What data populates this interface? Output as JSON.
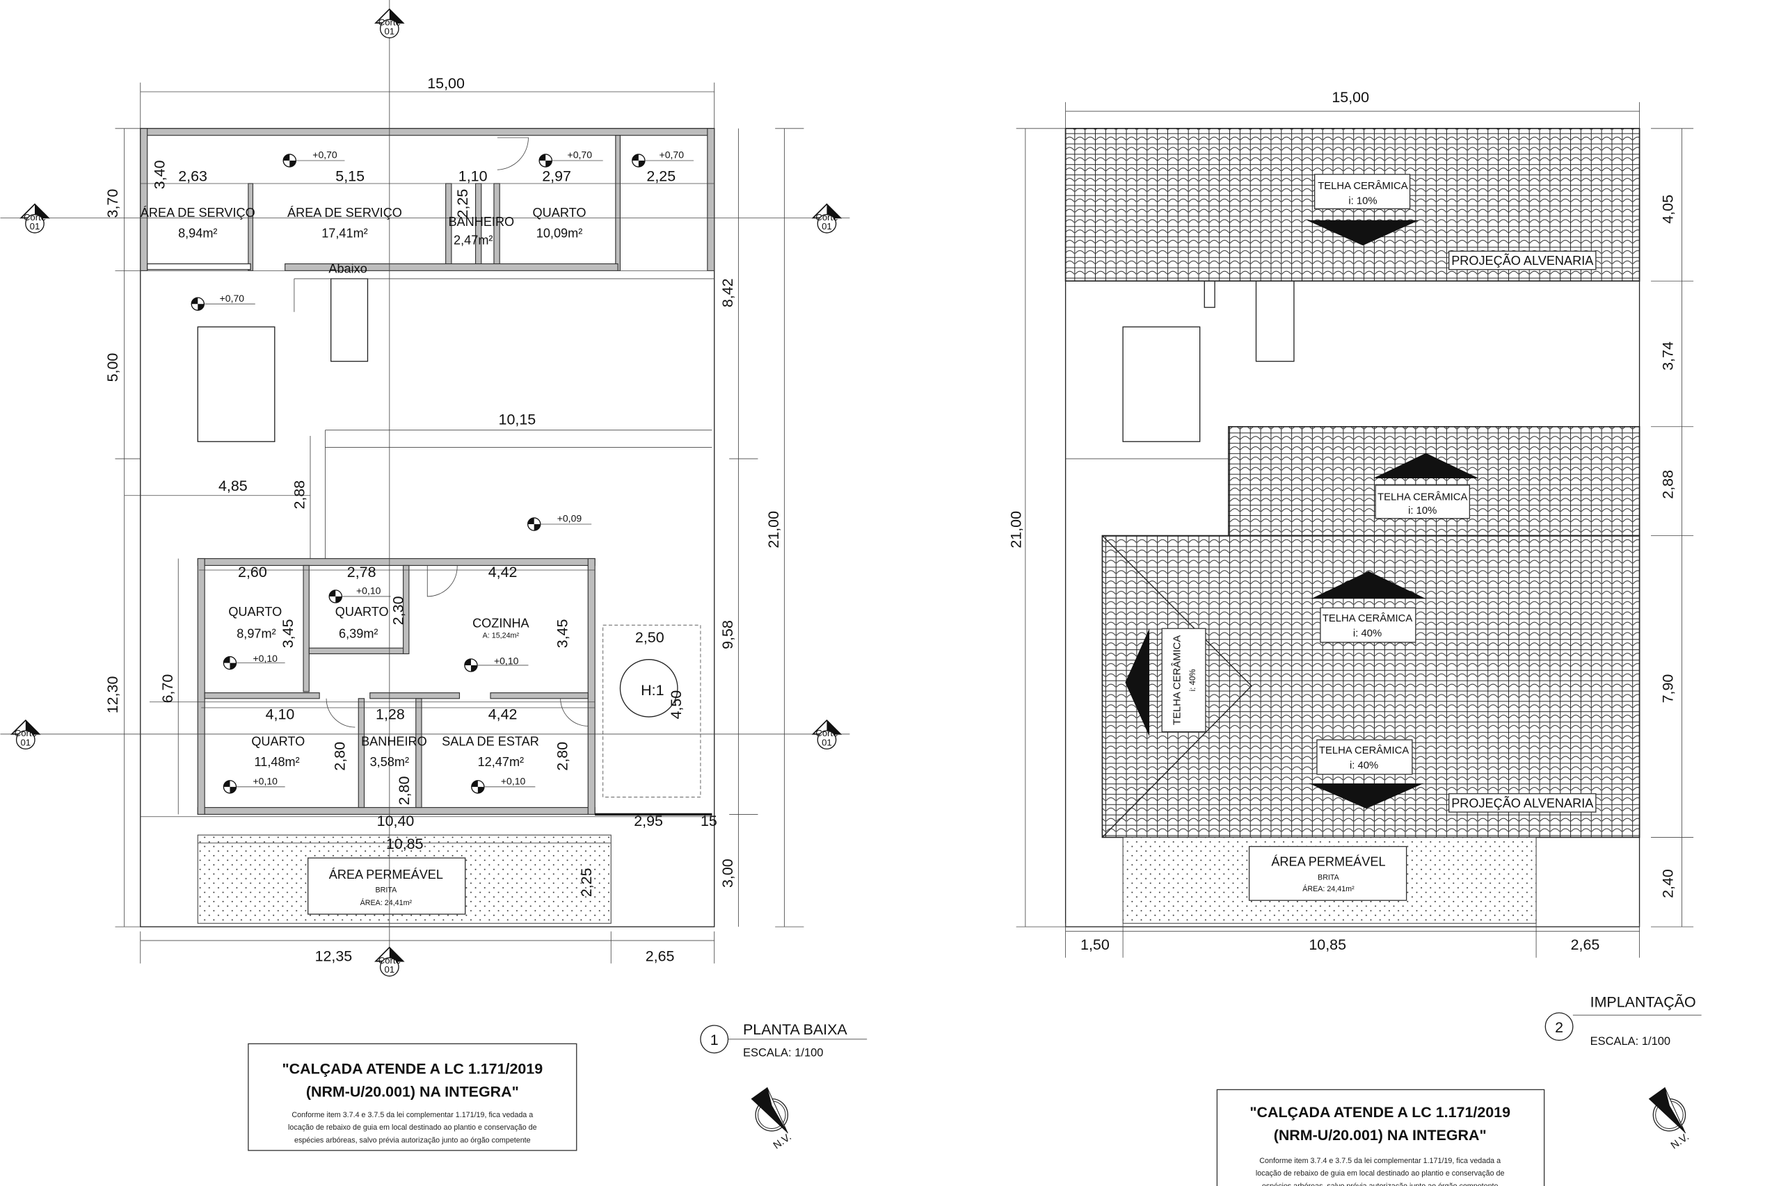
{
  "plan1": {
    "number": "1",
    "title": "PLANTA BAIXA",
    "scale": "ESCALA: 1/100",
    "corte_label": "Corte",
    "corte_number": "01",
    "overall_dims": {
      "top": "15,00",
      "right": "21,00",
      "right_a": "8,42",
      "right_b": "9,58",
      "right_c": "3,00",
      "left_a": "3,70",
      "left_b": "5,00",
      "left_c": "12,30",
      "bottom_a": "12,35",
      "bottom_b": "2,65"
    },
    "back_building": {
      "dims": [
        "2,63",
        "5,15",
        "1,10",
        "2,97",
        "2,25",
        "3,40",
        "2,25"
      ],
      "rooms": [
        {
          "name": "ÁREA DE SERVIÇO",
          "area": "8,94m²"
        },
        {
          "name": "ÁREA DE SERVIÇO",
          "area": "17,41m²"
        },
        {
          "name": "BANHEIRO",
          "area": "2,47m²"
        },
        {
          "name": "QUARTO",
          "area": "10,09m²"
        }
      ],
      "levels": [
        "+0,70",
        "+0,70",
        "+0,70",
        "+0,70"
      ],
      "stair_label": "Abaixo"
    },
    "middle_dims": [
      "4,85",
      "2,88",
      "10,15"
    ],
    "covered_level": "+0,09",
    "house": {
      "rooms": [
        {
          "name": "QUARTO",
          "area": "8,97m²"
        },
        {
          "name": "QUARTO",
          "area": "6,39m²"
        },
        {
          "name": "COZINHA",
          "area": "A: 15,24m²"
        },
        {
          "name": "QUARTO",
          "area": "11,48m²"
        },
        {
          "name": "BANHEIRO",
          "area": "3,58m²"
        },
        {
          "name": "SALA DE ESTAR",
          "area": "12,47m²"
        }
      ],
      "dims": [
        "2,60",
        "2,78",
        "4,42",
        "3,45",
        "2,30",
        "3,45",
        "4,10",
        "1,28",
        "4,42",
        "2,80",
        "2,80",
        "2,80",
        "6,70",
        "10,40",
        "10,85"
      ],
      "levels": [
        "+0,10",
        "+0,10",
        "+0,10",
        "+0,10",
        "+0,10"
      ]
    },
    "garage": {
      "width": "2,50",
      "depth": "4,50",
      "label": "H:1",
      "dims": [
        "2,95",
        "15",
        "2,25"
      ]
    },
    "permeable": {
      "title": "ÁREA PERMEÁVEL",
      "material": "BRITA",
      "area": "ÁREA: 24,41m²"
    }
  },
  "plan2": {
    "number": "2",
    "title": "IMPLANTAÇÃO",
    "scale": "ESCALA: 1/100",
    "dims": {
      "top": "15,00",
      "left": "21,00",
      "right": [
        "4,05",
        "3,74",
        "2,88",
        "7,90",
        "2,40"
      ],
      "bottom": [
        "1,50",
        "10,85",
        "2,65"
      ]
    },
    "roofs": [
      {
        "material": "TELHA CERÂMICA",
        "slope": "i: 10%"
      },
      {
        "material": "TELHA CERÂMICA",
        "slope": "i: 10%"
      },
      {
        "material": "TELHA CERÂMICA",
        "slope": "i: 40%"
      },
      {
        "material": "TELHA CERÂMICA",
        "slope": "i: 40%"
      },
      {
        "material": "TELHA CERÂMICA",
        "slope": "i: 40%"
      }
    ],
    "projection_label": "PROJEÇÃO ALVENARIA",
    "permeable": {
      "title": "ÁREA PERMEÁVEL",
      "material": "BRITA",
      "area": "ÁREA: 24,41m²"
    }
  },
  "note": {
    "heading_line1": "\"CALÇADA ATENDE A LC 1.171/2019",
    "heading_line2": "(NRM-U/20.001) NA INTEGRA\"",
    "body_line1": "Conforme item 3.7.4 e 3.7.5 da lei complementar 1.171/19, fica vedada a",
    "body_line2": "locação de rebaixo de guia em local destinado ao plantio e conservação de",
    "body_line3": "espécies arbóreas, salvo prévia autorização junto ao órgão competente"
  },
  "north": "N.V."
}
